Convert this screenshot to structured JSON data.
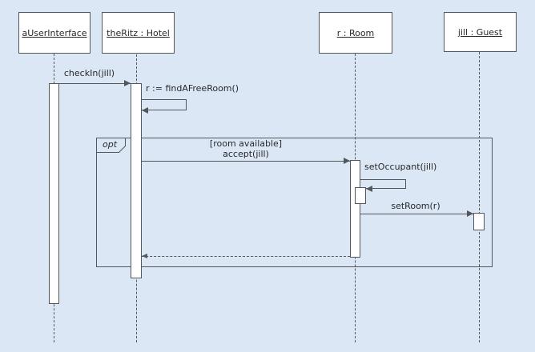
{
  "diagram": {
    "kind": "uml-sequence-diagram",
    "colors": {
      "background": "#dce7f5",
      "line": "#53575c",
      "fill": "#ffffff",
      "text": "#26282b"
    },
    "lifelines": [
      {
        "name": "aUserInterface"
      },
      {
        "name": "theRitz : Hotel"
      },
      {
        "name": "r : Room"
      },
      {
        "name": "jill : Guest"
      }
    ],
    "fragment": {
      "operator": "opt",
      "guard": "[room available]"
    },
    "messages": [
      {
        "label": "checkIn(jill)",
        "type": "sync",
        "from": "aUserInterface",
        "to": "theRitz : Hotel"
      },
      {
        "label": "r := findAFreeRoom()",
        "type": "self",
        "from": "theRitz : Hotel",
        "to": "theRitz : Hotel"
      },
      {
        "label": "accept(jill)",
        "type": "sync",
        "from": "theRitz : Hotel",
        "to": "r : Room"
      },
      {
        "label": "setOccupant(jill)",
        "type": "self",
        "from": "r : Room",
        "to": "r : Room"
      },
      {
        "label": "setRoom(r)",
        "type": "sync",
        "from": "r : Room",
        "to": "jill : Guest"
      },
      {
        "label": "",
        "type": "return",
        "from": "r : Room",
        "to": "theRitz : Hotel"
      }
    ]
  }
}
